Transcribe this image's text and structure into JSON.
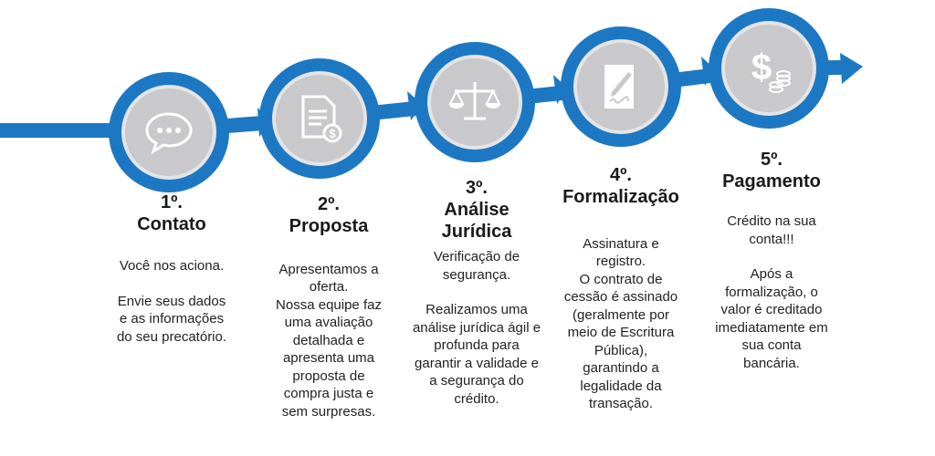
{
  "colors": {
    "accent": "#1d78c3",
    "circle_fill": "#c9c9cb"
  },
  "steps": [
    {
      "number": "1º.",
      "title": "Contato",
      "icon": "speech-bubble-icon",
      "paragraphs": [
        "Você nos aciona.",
        "Envie seus dados e as informações do seu precatório."
      ]
    },
    {
      "number": "2º.",
      "title": "Proposta",
      "icon": "document-dollar-icon",
      "paragraphs": [
        "Apresentamos a oferta.\nNossa equipe faz uma avaliação detalhada e apresenta uma proposta de compra justa e sem surpresas."
      ]
    },
    {
      "number": "3º.",
      "title": "Análise Jurídica",
      "icon": "scales-of-justice-icon",
      "paragraphs": [
        "Verificação de segurança.",
        "Realizamos uma análise jurídica ágil e profunda para garantir a validade e a segurança do crédito."
      ]
    },
    {
      "number": "4º.",
      "title": "Formalização",
      "icon": "signed-document-icon",
      "paragraphs": [
        "Assinatura e registro.\nO contrato de cessão é assinado (geralmente por meio de Escritura Pública), garantindo a legalidade da transação."
      ]
    },
    {
      "number": "5º.",
      "title": "Pagamento",
      "icon": "dollar-coins-icon",
      "paragraphs": [
        "Crédito na sua conta!!!",
        "Após a formalização, o valor é creditado imediatamente em sua conta bancária."
      ]
    }
  ]
}
